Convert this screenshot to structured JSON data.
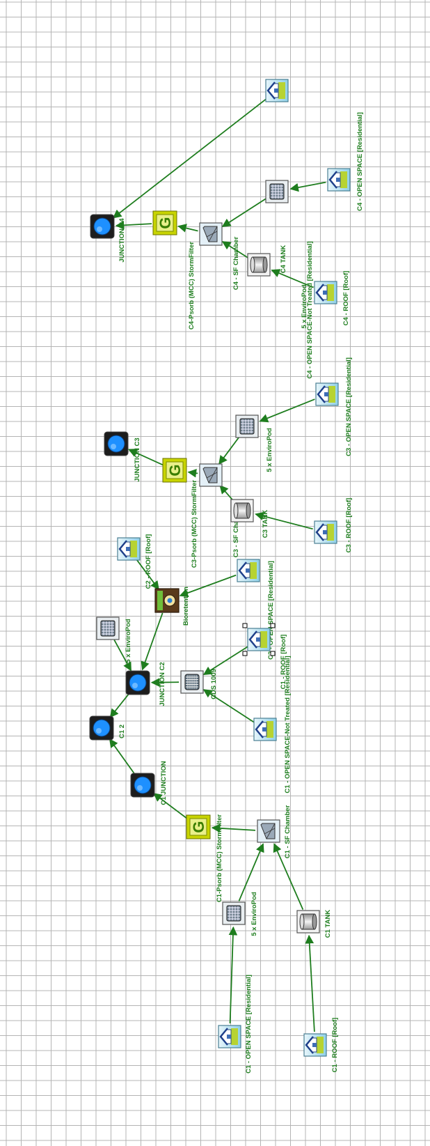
{
  "colors": {
    "link": "#1e7d1e",
    "label": "#1e7d1e",
    "grid": "#b4b4b4",
    "background": "#ffffff",
    "junction_fill": "#1e90ff",
    "filter_fill": "#c8d400"
  },
  "nodes": [
    {
      "id": "junction_c4",
      "label": "JUNCTION C4",
      "icon": "junction-icon"
    },
    {
      "id": "c4_psorb",
      "label": "C4-Psorb (MCC) StormFilter",
      "icon": "stormfilter-icon"
    },
    {
      "id": "c4_sf_chamber",
      "label": "C4 - SF Chamber",
      "icon": "sf-chamber-icon"
    },
    {
      "id": "c4_envpod",
      "label": "5 x EnviroPod",
      "icon": "enviropod-icon"
    },
    {
      "id": "c4_open_nt",
      "label": "C4 - OPEN SPACE-Not Treated [Residential]",
      "icon": "catchment-icon"
    },
    {
      "id": "c4_open",
      "label": "C4 - OPEN SPACE [Residential]",
      "icon": "catchment-icon"
    },
    {
      "id": "c4_tank",
      "label": "C4 TANK",
      "icon": "tank-icon"
    },
    {
      "id": "c4_roof",
      "label": "C4 - ROOF [Roof]",
      "icon": "catchment-icon"
    },
    {
      "id": "junction_c3",
      "label": "JUNCTION C3",
      "icon": "junction-icon"
    },
    {
      "id": "c3_psorb",
      "label": "C3-Psorb (MCC) StormFilter",
      "icon": "stormfilter-icon"
    },
    {
      "id": "c3_sf_chamber",
      "label": "C3 - SF Chamber",
      "icon": "sf-chamber-icon"
    },
    {
      "id": "c3_envpod",
      "label": "5 x EnviroPod",
      "icon": "enviropod-icon"
    },
    {
      "id": "c3_open",
      "label": "C3 - OPEN SPACE [Residential]",
      "icon": "catchment-icon"
    },
    {
      "id": "c3_tank",
      "label": "C3 TANK",
      "icon": "tank-icon"
    },
    {
      "id": "c3_roof",
      "label": "C3 - ROOF [Roof]",
      "icon": "catchment-icon"
    },
    {
      "id": "c2_roof",
      "label": "C2 - ROOF [Roof]",
      "icon": "catchment-icon"
    },
    {
      "id": "bioretention",
      "label": "Bioretention",
      "icon": "bioretention-icon"
    },
    {
      "id": "c2_open",
      "label": "C2 - OPEN SPACE [Residential]",
      "icon": "catchment-icon"
    },
    {
      "id": "c2_envpod",
      "label": "5 x EnviroPod",
      "icon": "enviropod-icon"
    },
    {
      "id": "junction_c2",
      "label": "JUNCTION C2",
      "icon": "junction-icon"
    },
    {
      "id": "cds_1009",
      "label": "CDS 1009",
      "icon": "cds-icon"
    },
    {
      "id": "c1_roof_2",
      "label": "C1 - ROOF [Roof]",
      "icon": "catchment-icon"
    },
    {
      "id": "c1_open_nt",
      "label": "C1 - OPEN SPACE-Not Treated [Residential]",
      "icon": "catchment-icon"
    },
    {
      "id": "c12",
      "label": "C1 2",
      "icon": "junction-icon"
    },
    {
      "id": "c1_junction",
      "label": "C1 JUNCTION",
      "icon": "junction-icon"
    },
    {
      "id": "c1_psorb",
      "label": "C1-Psorb (MCC) StormFilter",
      "icon": "stormfilter-icon"
    },
    {
      "id": "c1_sf_chamber",
      "label": "C1 - SF Chamber",
      "icon": "sf-chamber-icon"
    },
    {
      "id": "c1_envpod",
      "label": "5 x EnviroPod",
      "icon": "enviropod-icon"
    },
    {
      "id": "c1_tank",
      "label": "C1 TANK",
      "icon": "tank-icon"
    },
    {
      "id": "c1_open",
      "label": "C1 - OPEN SPACE [Residential]",
      "icon": "catchment-icon"
    },
    {
      "id": "c1_roof",
      "label": "C1 - ROOF [Roof]",
      "icon": "catchment-icon"
    }
  ],
  "links": [
    {
      "from": "c4_open_nt",
      "to": "junction_c4"
    },
    {
      "from": "c4_psorb",
      "to": "junction_c4"
    },
    {
      "from": "c4_sf_chamber",
      "to": "c4_psorb"
    },
    {
      "from": "c4_envpod",
      "to": "c4_sf_chamber"
    },
    {
      "from": "c4_open",
      "to": "c4_envpod"
    },
    {
      "from": "c4_tank",
      "to": "c4_sf_chamber"
    },
    {
      "from": "c4_roof",
      "to": "c4_tank"
    },
    {
      "from": "c3_psorb",
      "to": "junction_c3"
    },
    {
      "from": "c3_sf_chamber",
      "to": "c3_psorb"
    },
    {
      "from": "c3_envpod",
      "to": "c3_sf_chamber"
    },
    {
      "from": "c3_open",
      "to": "c3_envpod"
    },
    {
      "from": "c3_tank",
      "to": "c3_sf_chamber"
    },
    {
      "from": "c3_roof",
      "to": "c3_tank"
    },
    {
      "from": "c2_roof",
      "to": "bioretention"
    },
    {
      "from": "c2_open",
      "to": "bioretention"
    },
    {
      "from": "bioretention",
      "to": "junction_c2"
    },
    {
      "from": "c2_envpod",
      "to": "junction_c2"
    },
    {
      "from": "cds_1009",
      "to": "junction_c2"
    },
    {
      "from": "c1_roof_2",
      "to": "cds_1009"
    },
    {
      "from": "c1_open_nt",
      "to": "cds_1009"
    },
    {
      "from": "junction_c2",
      "to": "c12"
    },
    {
      "from": "c1_junction",
      "to": "c12"
    },
    {
      "from": "c1_psorb",
      "to": "c1_junction"
    },
    {
      "from": "c1_sf_chamber",
      "to": "c1_psorb"
    },
    {
      "from": "c1_envpod",
      "to": "c1_sf_chamber"
    },
    {
      "from": "c1_tank",
      "to": "c1_sf_chamber"
    },
    {
      "from": "c1_open",
      "to": "c1_envpod"
    },
    {
      "from": "c1_roof",
      "to": "c1_tank"
    }
  ]
}
